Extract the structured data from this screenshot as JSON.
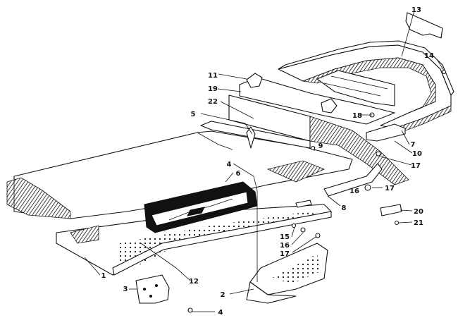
{
  "callouts": [
    {
      "id": "c1",
      "label": "1"
    },
    {
      "id": "c2",
      "label": "2"
    },
    {
      "id": "c3",
      "label": "3"
    },
    {
      "id": "c4a",
      "label": "4"
    },
    {
      "id": "c4b",
      "label": "4"
    },
    {
      "id": "c5",
      "label": "5"
    },
    {
      "id": "c6",
      "label": "6"
    },
    {
      "id": "c7",
      "label": "7"
    },
    {
      "id": "c8",
      "label": "8"
    },
    {
      "id": "c9",
      "label": "9"
    },
    {
      "id": "c10",
      "label": "10"
    },
    {
      "id": "c11",
      "label": "11"
    },
    {
      "id": "c12",
      "label": "12"
    },
    {
      "id": "c13",
      "label": "13"
    },
    {
      "id": "c14",
      "label": "14"
    },
    {
      "id": "c15",
      "label": "15"
    },
    {
      "id": "c16a",
      "label": "16"
    },
    {
      "id": "c16b",
      "label": "16"
    },
    {
      "id": "c17a",
      "label": "17"
    },
    {
      "id": "c17b",
      "label": "17"
    },
    {
      "id": "c17c",
      "label": "17"
    },
    {
      "id": "c18",
      "label": "18"
    },
    {
      "id": "c19",
      "label": "19"
    },
    {
      "id": "c20",
      "label": "20"
    },
    {
      "id": "c21",
      "label": "21"
    },
    {
      "id": "c22",
      "label": "22"
    }
  ],
  "colors": {
    "ink": "#111111",
    "paper": "#ffffff"
  }
}
